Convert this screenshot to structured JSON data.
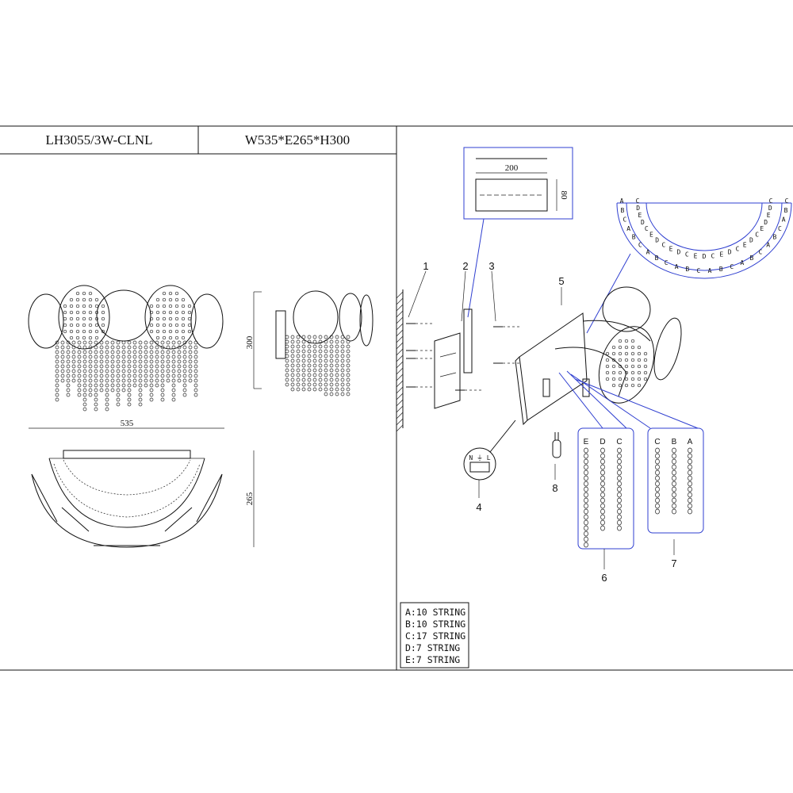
{
  "header": {
    "model": "LH3055/3W-CLNL",
    "size": "W535*E265*H300"
  },
  "dimensions": {
    "width": "535",
    "height": "300",
    "depth": "265",
    "bracket_width": "200",
    "bracket_height": "80"
  },
  "callouts": [
    "1",
    "2",
    "3",
    "4",
    "5",
    "6",
    "7",
    "8"
  ],
  "string_groups": {
    "left": [
      "E",
      "D",
      "C"
    ],
    "right": [
      "C",
      "B",
      "A"
    ]
  },
  "arc_labels": {
    "outer": "ABCABCABCABCABCABCABCABC",
    "inner": "CDEDCEDCEDCEDCEDCEDCEDEDC"
  },
  "terminal_labels": "N ⏚ L",
  "legend": [
    "A:10 STRING",
    "B:10 STRING",
    "C:17 STRING",
    "D:7 STRING",
    "E:7 STRING"
  ]
}
